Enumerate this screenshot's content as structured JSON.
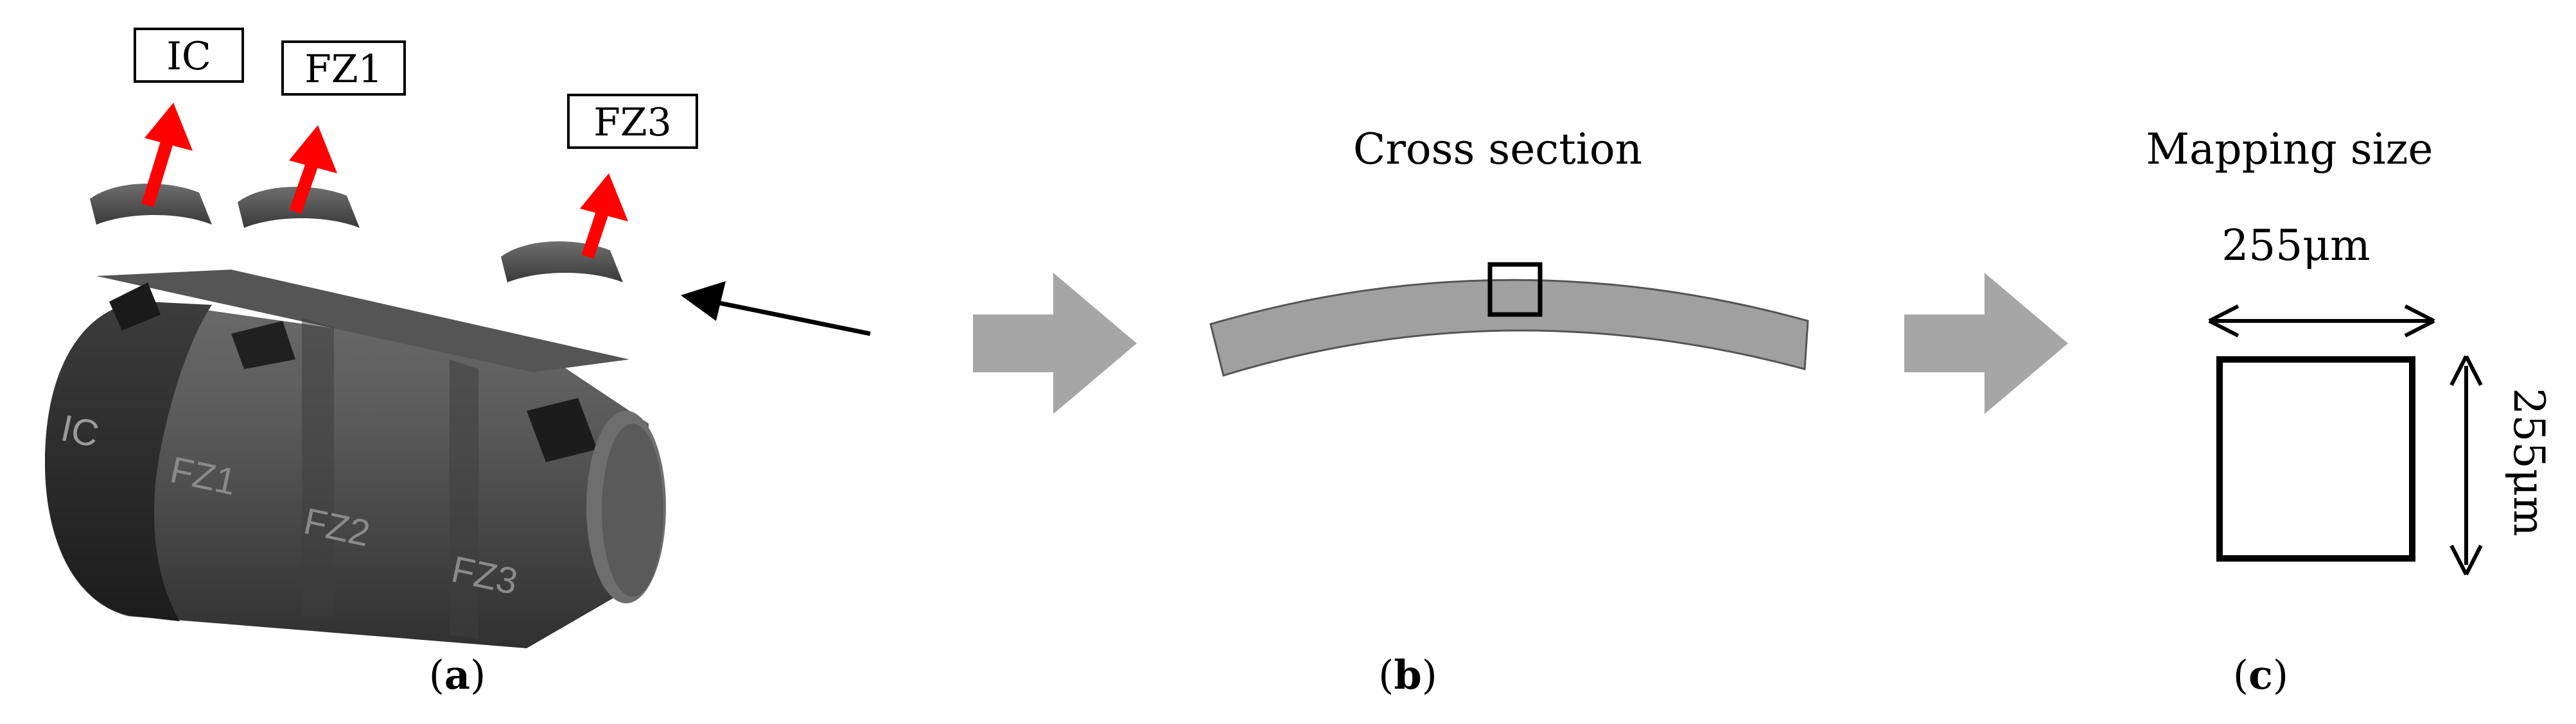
{
  "panel_a": {
    "labels": {
      "ic": "IC",
      "fz1": "FZ1",
      "fz3": "FZ3"
    },
    "tube_labels": {
      "ic": "IC",
      "fz1": "FZ1",
      "fz2": "FZ2",
      "fz3": "FZ3"
    },
    "caption_letter": "a"
  },
  "panel_b": {
    "title": "Cross section",
    "caption_letter": "b"
  },
  "panel_c": {
    "title": "Mapping size",
    "width_label": "255μm",
    "height_label": "255μm",
    "caption_letter": "c"
  },
  "colors": {
    "arrow_red": "#ff0000",
    "flow_arrow": "#a6a6a6",
    "section_fill": "#a0a0a0",
    "tube_dark": "#4a4a4a"
  }
}
